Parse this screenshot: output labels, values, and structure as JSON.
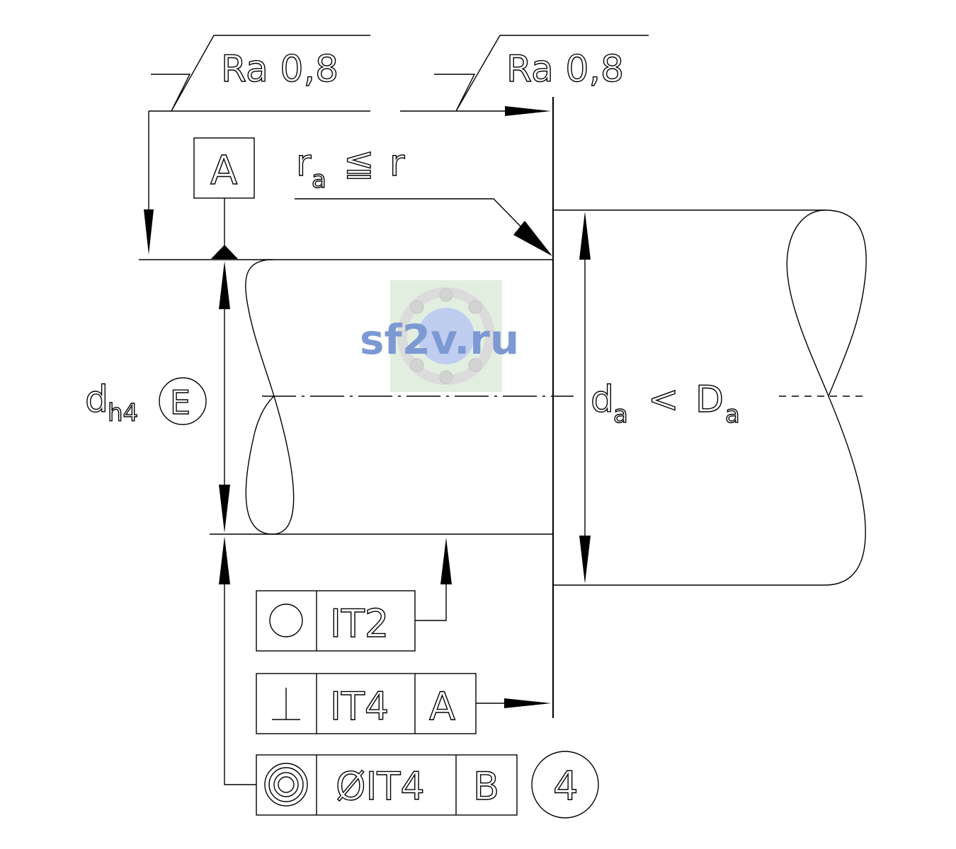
{
  "surface_finish": {
    "left_label": "Ra 0,8",
    "right_label": "Ra 0,8"
  },
  "datum_a": "A",
  "radius_note": {
    "r": "r",
    "sub": "a",
    "op": "≦",
    "r2": "r"
  },
  "shaft_dim": {
    "d": "d",
    "sub": "h4",
    "envelope": "E"
  },
  "housing_dim": {
    "d": "d",
    "sub": "a",
    "op": "<",
    "D": "D",
    "sub2": "a"
  },
  "frames": {
    "roundness": {
      "symbol": "○",
      "tol": "IT2"
    },
    "perpendicularity": {
      "symbol": "⊥",
      "tol": "IT4",
      "datum": "A"
    },
    "concentricity": {
      "symbol": "◎",
      "tol": "ØIT4",
      "datum": "B",
      "note": "4"
    }
  },
  "watermark": "sf2v.ru",
  "colors": {
    "line": "#000000",
    "watermark": "#6f8fd0",
    "watermark_bg": "#dfeedd"
  }
}
